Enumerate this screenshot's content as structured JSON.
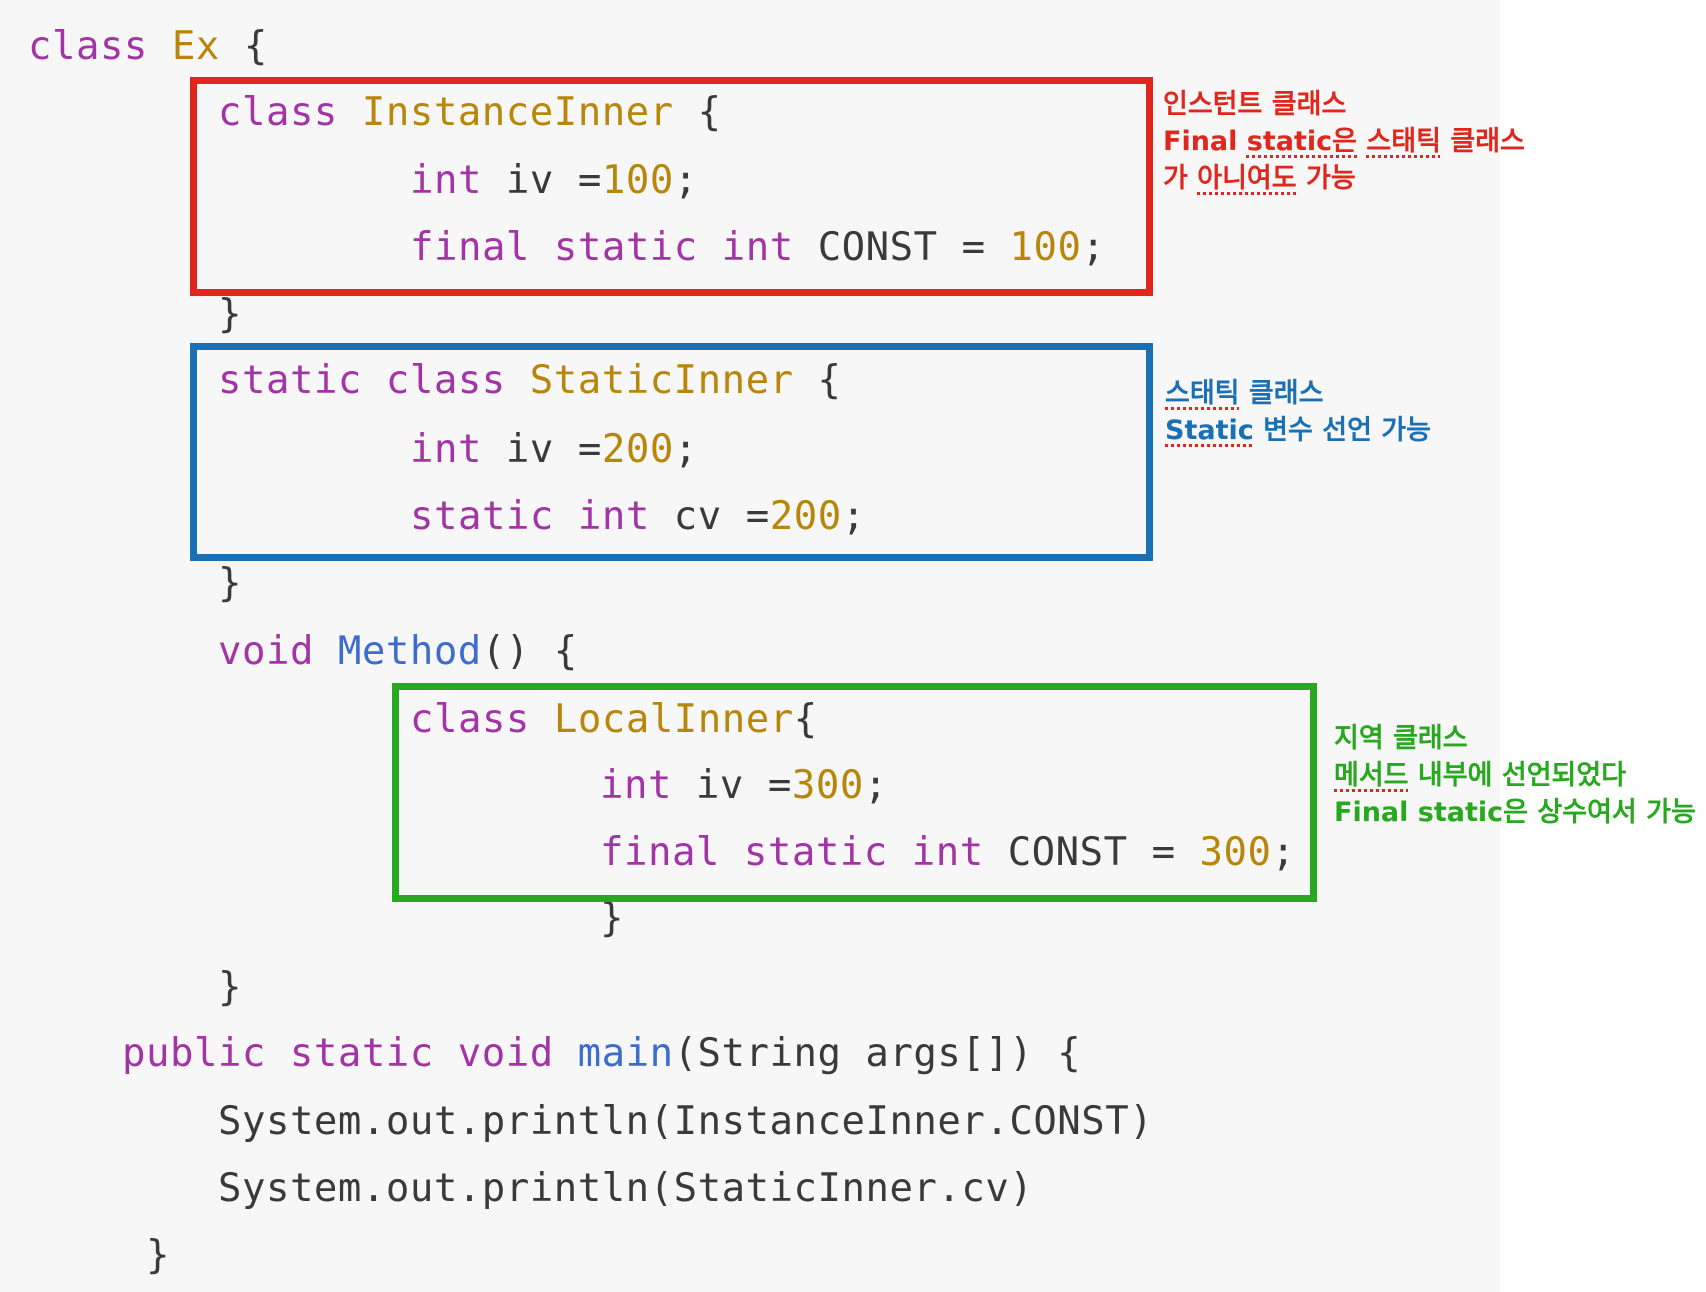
{
  "code": {
    "l1": {
      "kw": "class",
      "name": "Ex",
      "brace": " {"
    },
    "l2": {
      "kw": "class",
      "name": "InstanceInner",
      "brace": " {"
    },
    "l3": {
      "kw": "int",
      "rest": " iv =",
      "num": "100",
      "end": ";"
    },
    "l4": {
      "kw1": "final",
      "kw2": "static",
      "kw3": "int",
      "rest": " CONST = ",
      "num": "100",
      "end": ";"
    },
    "l5": {
      "text": "}"
    },
    "l6": {
      "kw1": "static",
      "kw2": "class",
      "name": "StaticInner",
      "brace": " {"
    },
    "l7": {
      "kw": "int",
      "rest": " iv =",
      "num": "200",
      "end": ";"
    },
    "l8": {
      "kw1": "static",
      "kw2": "int",
      "rest": " cv =",
      "num": "200",
      "end": ";"
    },
    "l9": {
      "text": "}"
    },
    "l10": {
      "kw": "void",
      "fn": "Method",
      "rest": "() {"
    },
    "l11": {
      "kw": "class",
      "name": "LocalInner",
      "brace": "{"
    },
    "l12": {
      "kw": "int",
      "rest": " iv =",
      "num": "300",
      "end": ";"
    },
    "l13": {
      "kw1": "final",
      "kw2": "static",
      "kw3": "int",
      "rest": " CONST = ",
      "num": "300",
      "end": ";"
    },
    "l14": {
      "text": "}"
    },
    "l15": {
      "text": "}"
    },
    "l16": {
      "kw1": "public",
      "kw2": "static",
      "kw3": "void",
      "fn": "main",
      "rest": "(String args[]) {"
    },
    "l17": {
      "text": "System.out.println(InstanceInner.CONST)"
    },
    "l18": {
      "text": "System.out.println(StaticInner.cv)"
    },
    "l19": {
      "text": "}"
    }
  },
  "annotations": {
    "instance": {
      "line1": "인스턴트 클래스",
      "line2_a": "Final ",
      "line2_b": "static은",
      "line2_c": " ",
      "line2_d": "스태틱",
      "line2_e": " 클래스",
      "line3_a": "가 ",
      "line3_b": "아니여도",
      "line3_c": " 가능"
    },
    "static": {
      "line1_a": "스태틱",
      "line1_b": " 클래스",
      "line2_a": "Static",
      "line2_b": " 변수 선언 가능"
    },
    "local": {
      "line1": "지역 클래스",
      "line2_a": "메서드",
      "line2_b": " 내부에 선언되었다",
      "line3": "Final static은 상수여서 가능"
    }
  },
  "colors": {
    "background": "#f7f7f7",
    "keyword": "#a334a6",
    "type_name": "#b8860b",
    "number": "#b8860b",
    "function": "#3d6ccf",
    "text": "#3a3a3a",
    "instance_box": "#e0261d",
    "static_box": "#1a6fb5",
    "local_box": "#28a81e"
  }
}
